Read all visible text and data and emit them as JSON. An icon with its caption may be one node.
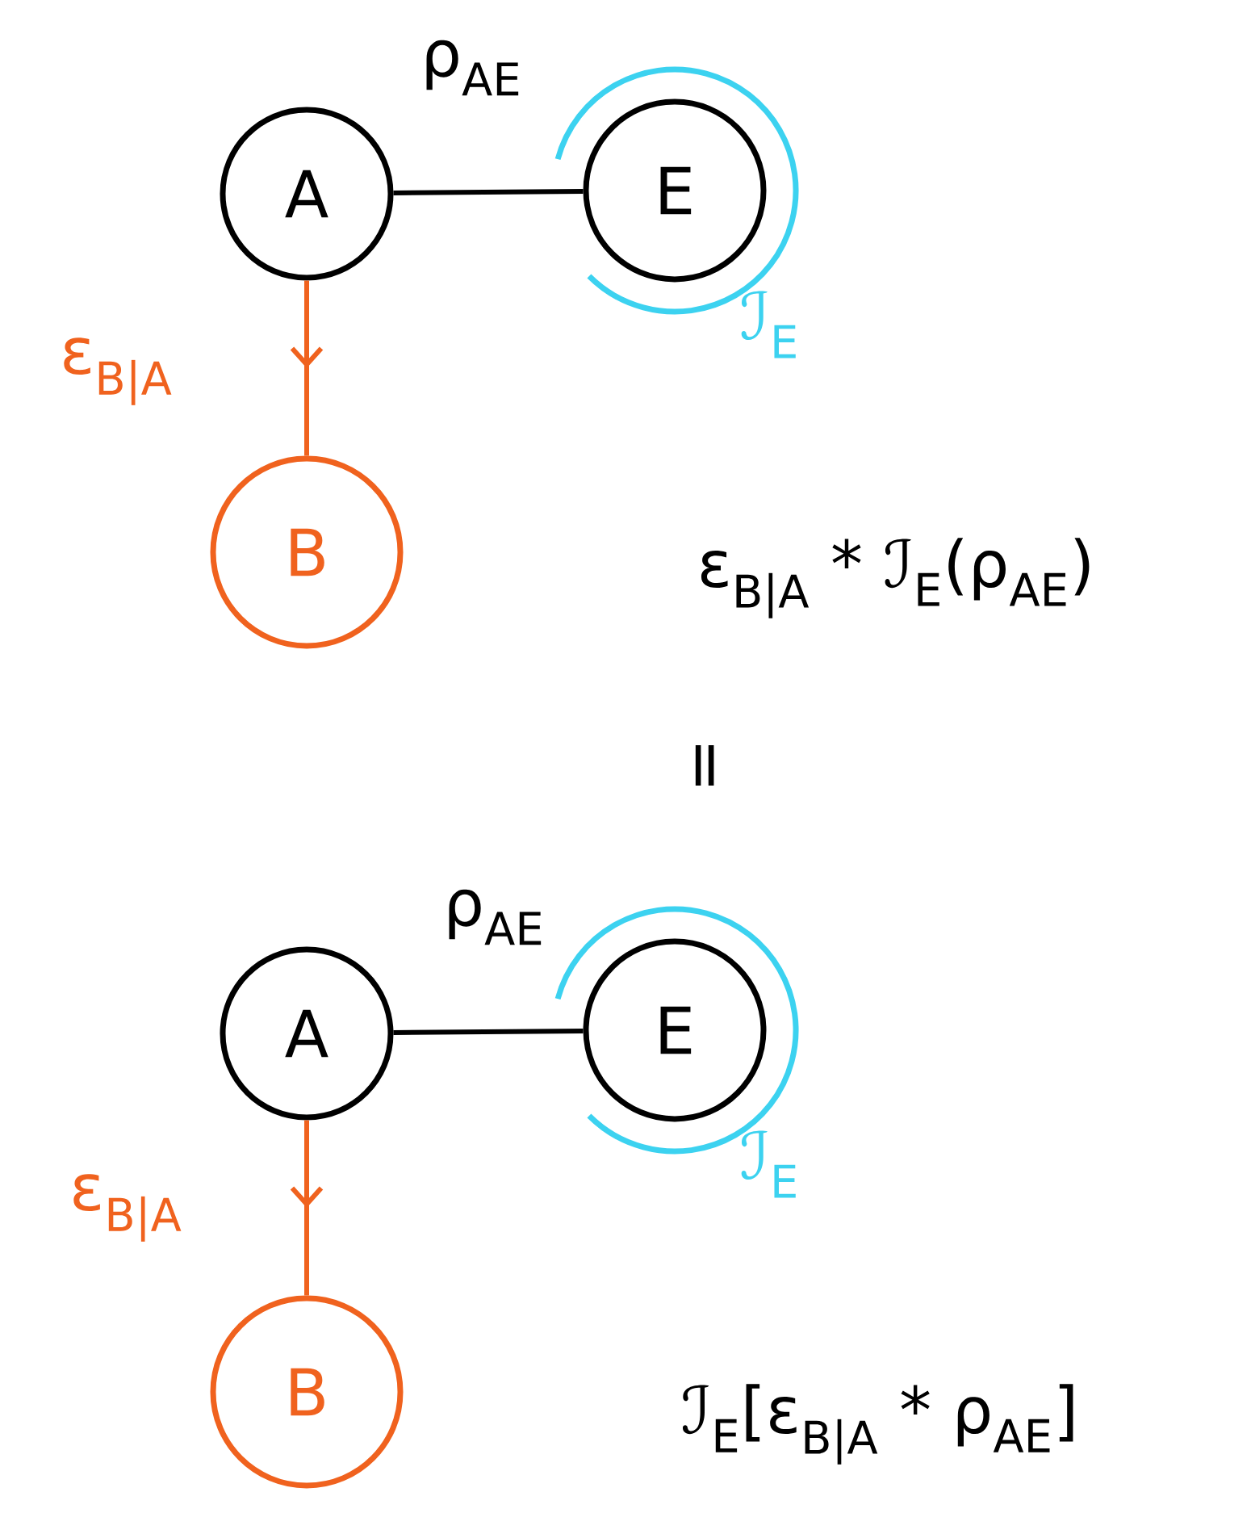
{
  "diagram": {
    "nodes": [
      {
        "text": [
          "A"
        ]
      },
      {
        "text": [
          "ℐ$_{E}$"
        ]
      },
      {
        "text": [
          "E"
        ],
        "in": 1
      },
      {
        "text": [
          "B"
        ]
      },
      {
        "text": [
          "A"
        ]
      },
      {
        "text": [
          "ℐ$_{E}$"
        ]
      },
      {
        "text": [
          "E"
        ],
        "in": 5
      },
      {
        "text": [
          "B"
        ]
      }
    ],
    "edges": [
      {
        "from": 0,
        "to": 2,
        "arrow": "none",
        "label": "ρ$_{AE}$"
      },
      {
        "from": 0,
        "to": 3,
        "arrow": "to",
        "label": "ε$_{B|A}$",
        "color": "#f0621e"
      },
      {
        "from": 4,
        "to": 6,
        "arrow": "none",
        "label": "ρ$_{AE}$"
      },
      {
        "from": 4,
        "to": 7,
        "arrow": "to",
        "label": "ε$_{B|A}$",
        "color": "#f0621e"
      }
    ],
    "labels": [
      "ε$_{B|A}$ * ℐ$_{E}$(ρ$_{AE}$)",
      "=",
      "ℐ$_{E}$[ε$_{B|A}$ * ρ$_{AE}$]"
    ]
  }
}
